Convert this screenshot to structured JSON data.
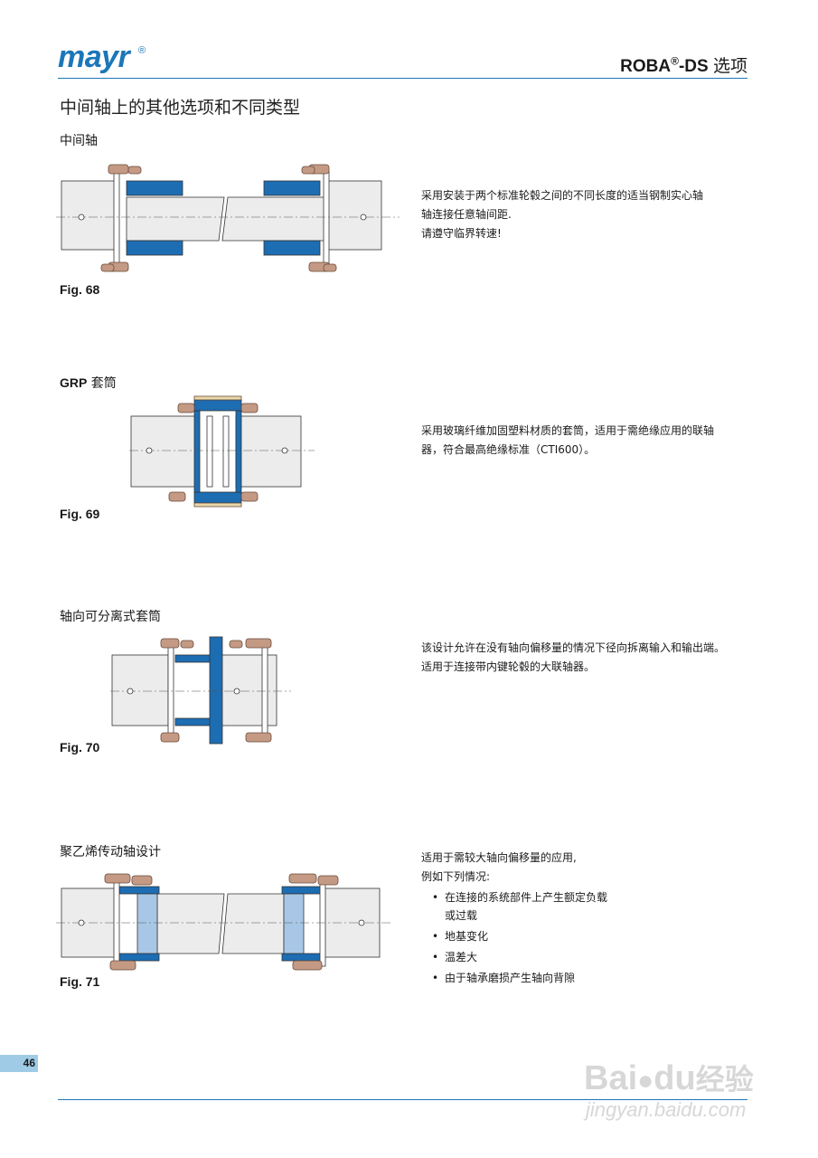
{
  "header": {
    "logo": "mayr",
    "logo_reg": "®",
    "title_main": "ROBA",
    "title_sup": "®",
    "title_suffix": "-DS",
    "title_cn": "选项"
  },
  "page_title": "中间轴上的其他选项和不同类型",
  "sections": [
    {
      "label": "中间轴",
      "figure": "Fig. 68",
      "description": [
        "采用安装于两个标准轮毂之间的不同长度的适当钢制实心轴",
        "轴连接任意轴间距.",
        "请遵守临界转速!"
      ]
    },
    {
      "label_bold": "GRP",
      "label": "套筒",
      "figure": "Fig. 69",
      "description": [
        "采用玻璃纤维加固塑料材质的套筒，适用于需绝缘应用的联轴",
        "器，符合最高绝缘标准（CTI600）。"
      ]
    },
    {
      "label": "轴向可分离式套筒",
      "figure": "Fig. 70",
      "description": [
        "该设计允许在没有轴向偏移量的情况下径向拆离输入和输出端。",
        "适用于连接带内键轮毂的大联轴器。"
      ]
    },
    {
      "label": "聚乙烯传动轴设计",
      "figure": "Fig. 71",
      "description": [
        "适用于需较大轴向偏移量的应用,",
        "例如下列情况:"
      ],
      "bullets": [
        "在连接的系统部件上产生额定负载",
        "或过载",
        "地基变化",
        "温差大",
        "由于轴承磨损产生轴向背隙"
      ]
    }
  ],
  "page_number": "46",
  "watermark": {
    "brand": "Bai",
    "brand2": "du",
    "cn": "经验",
    "url": "jingyan.baidu.com"
  },
  "colors": {
    "brand_blue": "#1b77b8",
    "part_blue": "#1d6db3",
    "bolt_copper": "#c49a85",
    "shaft_grey": "#ececec",
    "page_tab": "#9fcbe6"
  }
}
